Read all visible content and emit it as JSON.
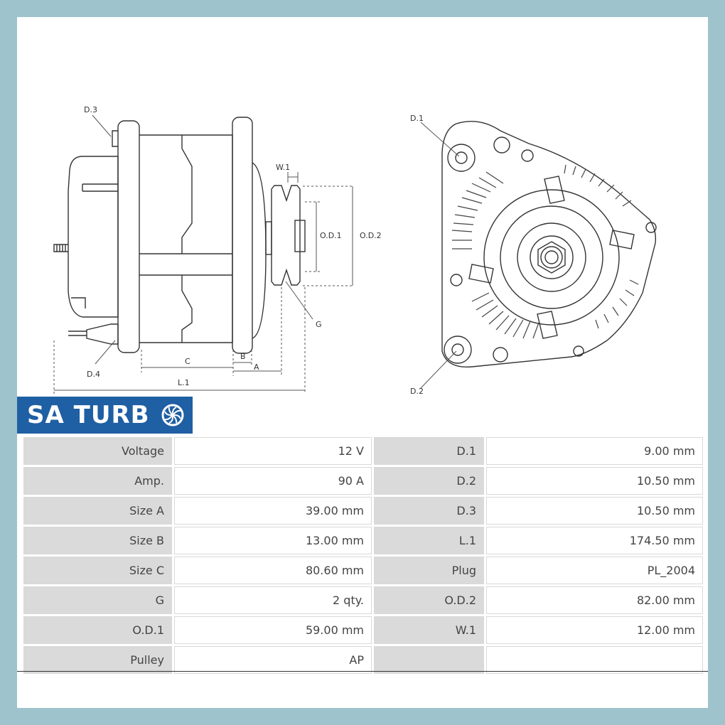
{
  "drawing": {
    "labels": {
      "d1": "D.1",
      "d2": "D.2",
      "d3": "D.3",
      "d4": "D.4",
      "w1": "W.1",
      "od1": "O.D.1",
      "od2": "O.D.2",
      "g": "G",
      "a": "A",
      "b": "B",
      "c": "C",
      "l1": "L.1"
    }
  },
  "logo": {
    "text": "SA TURB",
    "icon": "turbo-wheel-icon"
  },
  "specs": {
    "rows": [
      {
        "label1": "Voltage",
        "value1": "12 V",
        "label2": "D.1",
        "value2": "9.00 mm"
      },
      {
        "label1": "Amp.",
        "value1": "90 A",
        "label2": "D.2",
        "value2": "10.50 mm"
      },
      {
        "label1": "Size A",
        "value1": "39.00 mm",
        "label2": "D.3",
        "value2": "10.50 mm"
      },
      {
        "label1": "Size B",
        "value1": "13.00 mm",
        "label2": "L.1",
        "value2": "174.50 mm"
      },
      {
        "label1": "Size C",
        "value1": "80.60 mm",
        "label2": "Plug",
        "value2": "PL_2004"
      },
      {
        "label1": "G",
        "value1": "2 qty.",
        "label2": "O.D.2",
        "value2": "82.00 mm"
      },
      {
        "label1": "O.D.1",
        "value1": "59.00 mm",
        "label2": "W.1",
        "value2": "12.00 mm"
      },
      {
        "label1": "Pulley",
        "value1": "AP",
        "label2": "",
        "value2": ""
      }
    ]
  },
  "colors": {
    "frame": "#9ec3cc",
    "logo_bg": "#1f5fa3",
    "label_cell": "#dadada"
  }
}
